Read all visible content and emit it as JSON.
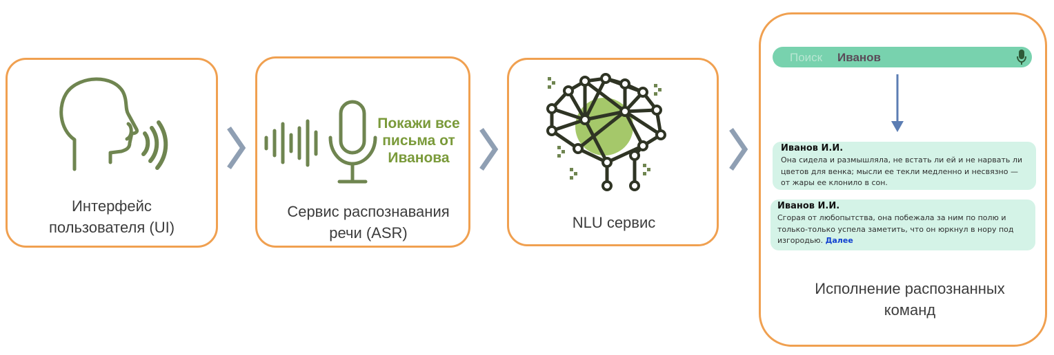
{
  "stages": [
    {
      "caption": [
        "Интерфейс",
        "пользователя (UI)"
      ],
      "icon": "speaking-head-icon"
    },
    {
      "caption": [
        "Сервис распознавания",
        "речи (ASR)"
      ],
      "icon": "microphone-icon",
      "spoken_text": [
        "Покажи все",
        "письма от",
        "Иванова"
      ]
    },
    {
      "caption": [
        "NLU сервис"
      ],
      "icon": "neural-network-icon"
    },
    {
      "caption": [
        "Исполнение распознанных",
        "команд"
      ]
    }
  ],
  "search": {
    "placeholder": "Поиск",
    "query": "Иванов",
    "icon": "microphone-icon"
  },
  "results": [
    {
      "title": "Иванов И.И.",
      "lines": [
        "Она сидела и размышляла, не встать ли ей и не нарвать ли",
        "цветов для венка; мысли ее текли медленно и несвязно —",
        "от жары ее клонило в сон."
      ]
    },
    {
      "title": "Иванов И.И.",
      "lines": [
        "Сгорая от любопытства, она побежала за ним по полю и",
        "только-только успела заметить, что он юркнул в нору под",
        "изгородью."
      ],
      "link": "Далее"
    }
  ],
  "colors": {
    "border": "#f0a050",
    "icon_green": "#6f8550",
    "text_green": "#7a9a3a",
    "search_bg": "#78d2ae",
    "card_bg": "#d4f3e7",
    "arrow": "#5b7db3",
    "chevron": "#8f9fb3"
  }
}
